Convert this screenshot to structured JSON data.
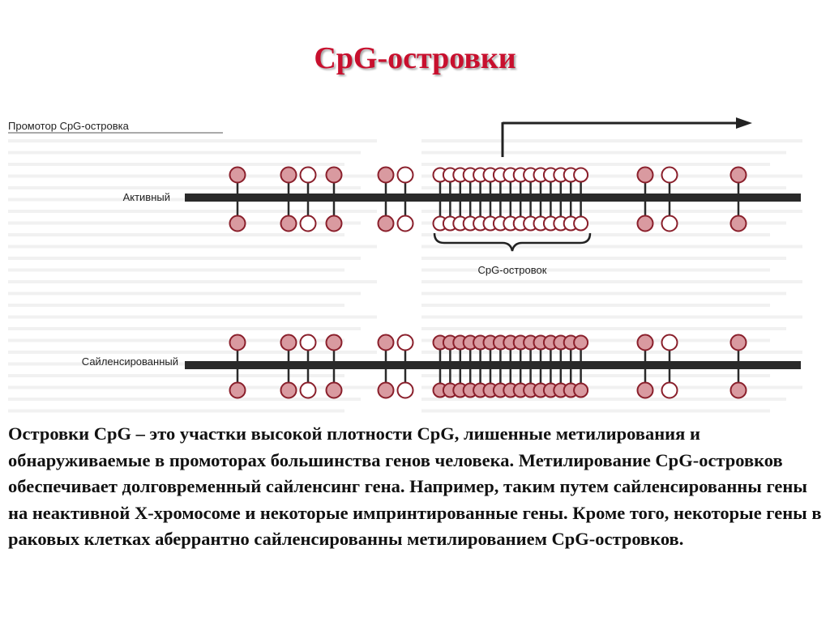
{
  "title": "CpG-островки",
  "colors": {
    "title": "#c8102e",
    "methylated": "#d99aa0",
    "unmethylated": "#ffffff",
    "cpg_outline": "#8a1f2b",
    "dna": "#2a2a2a",
    "background_text": "#e6e6e6"
  },
  "figure": {
    "heading": "Промотор CpG-островка",
    "rows": [
      {
        "label": "Активный",
        "state": "active"
      },
      {
        "label": "Сайленсированный",
        "state": "silenced"
      }
    ],
    "bracket_label": "CpG-островок"
  },
  "description": "Островки CpG – это участки высокой плотности CpG, лишенные метилирования и обнаруживаемые в промоторах большинства генов человека. Метилирование CpG-островков обеспечивает долговременный сайленсинг гена. Например, таким путем сайленсированны гены на неактивной X-хромосоме и некоторые импринтированные гены. Кроме того, некоторые гены в раковых клетках аберрантно сайленсированны метилированием CpG-островков."
}
